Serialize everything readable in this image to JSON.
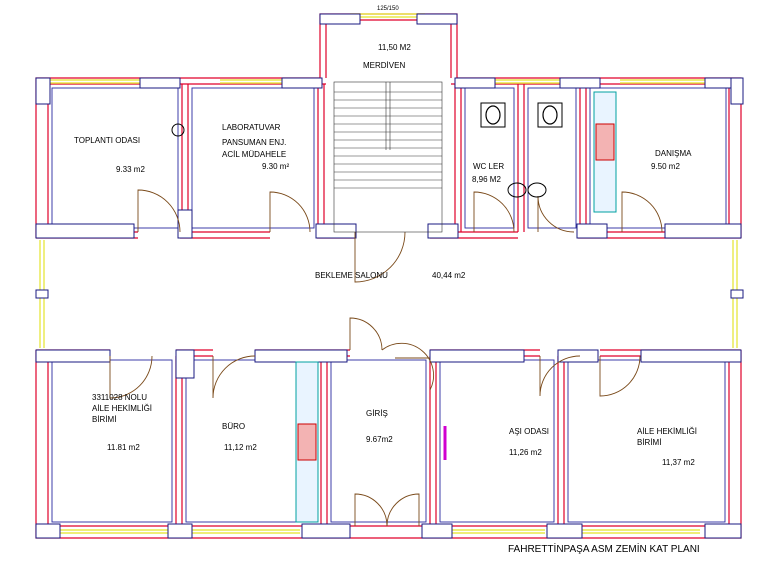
{
  "scale": "125/150",
  "title": "FAHRETTİNPAŞA ASM ZEMİN KAT PLANI",
  "rooms": [
    {
      "id": "toplanti",
      "name": "TOPLANTI ODASI",
      "area": "9.33 m2"
    },
    {
      "id": "laboratuvar",
      "name_lines": [
        "LABORATUVAR",
        "PANSUMAN ENJ.",
        "ACİL MÜDAHELE"
      ],
      "area": "9.30 m²"
    },
    {
      "id": "merdiven",
      "name": "MERDİVEN",
      "area": "11,50 M2"
    },
    {
      "id": "wc",
      "name": "WC LER",
      "area": "8,96 M2"
    },
    {
      "id": "danisma",
      "name": "DANIŞMA",
      "area": "9.50 m2"
    },
    {
      "id": "bekleme",
      "name": "BEKLEME SALONU",
      "area": "40,44 m2"
    },
    {
      "id": "aile1",
      "name_lines": [
        "3311028 NOLU",
        "AİLE HEKİMLİĞİ",
        "BİRİMİ"
      ],
      "area": "11.81 m2"
    },
    {
      "id": "buro",
      "name": "BÜRO",
      "area": "11,12 m2"
    },
    {
      "id": "giris",
      "name": "GİRİŞ",
      "area": "9.67m2"
    },
    {
      "id": "asi",
      "name": "AŞI ODASI",
      "area": "11,26 m2"
    },
    {
      "id": "aile2",
      "name_lines": [
        "AİLE HEKİMLİĞİ",
        "BİRİMİ"
      ],
      "area": "11,37 m2"
    }
  ]
}
